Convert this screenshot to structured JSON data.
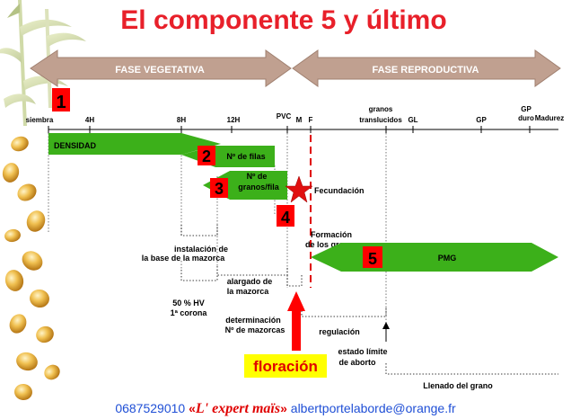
{
  "title": "El componente 5 y último",
  "phases": {
    "vegetative": "FASE VEGETATIVA",
    "reproductive": "FASE REPRODUCTIVA"
  },
  "stages": {
    "siembra": "siembra",
    "h4": "4H",
    "h8": "8H",
    "h12": "12H",
    "pvc": "PVC",
    "m": "M",
    "f": "F",
    "granos_translucidos_1": "granos",
    "granos_translucidos_2": "translucidos",
    "gl": "GL",
    "gp": "GP",
    "gp_duro_1": "GP",
    "gp_duro_2": "duro",
    "madurez": "Madurez"
  },
  "components": [
    {
      "number": "1",
      "label": "DENSIDAD"
    },
    {
      "number": "2",
      "label": "Nº de filas"
    },
    {
      "number": "3",
      "label_1": "Nº de",
      "label_2": "granos/fila"
    },
    {
      "number": "4",
      "label": "Fecundación"
    },
    {
      "number": "5",
      "label": "PMG"
    }
  ],
  "annotations": {
    "formacion_1": "Formación",
    "formacion_2": "de los granos",
    "instalacion_1": "instalación de",
    "instalacion_2": "la base de la mazorca",
    "hv_1": "50 % HV",
    "hv_2": "1ª corona",
    "alargado_1": "alargado de",
    "alargado_2": "la mazorca",
    "determinacion_1": "determinación",
    "determinacion_2": "Nº de mazorcas",
    "regulacion": "regulación",
    "estado_1": "estado límite",
    "estado_2": "de aborto",
    "llenado": "Llenado del grano",
    "floracion": "floración"
  },
  "footer": {
    "phone": "0687529010",
    "brand": "L' expert maïs",
    "email": "albertportelaborde@orange.fr"
  },
  "colors": {
    "title": "#e8202a",
    "phase_arrow": "#c0a090",
    "component_bar": "#3cb01a",
    "number_box": "#ff0000",
    "floracion_box": "#ffff00",
    "footer_text": "#1f4fd6",
    "footer_brand": "#e00000"
  },
  "icons": {
    "star": "star-icon",
    "corn_plants": "corn-plant-illustration",
    "kernels": "corn-kernel-illustration"
  }
}
